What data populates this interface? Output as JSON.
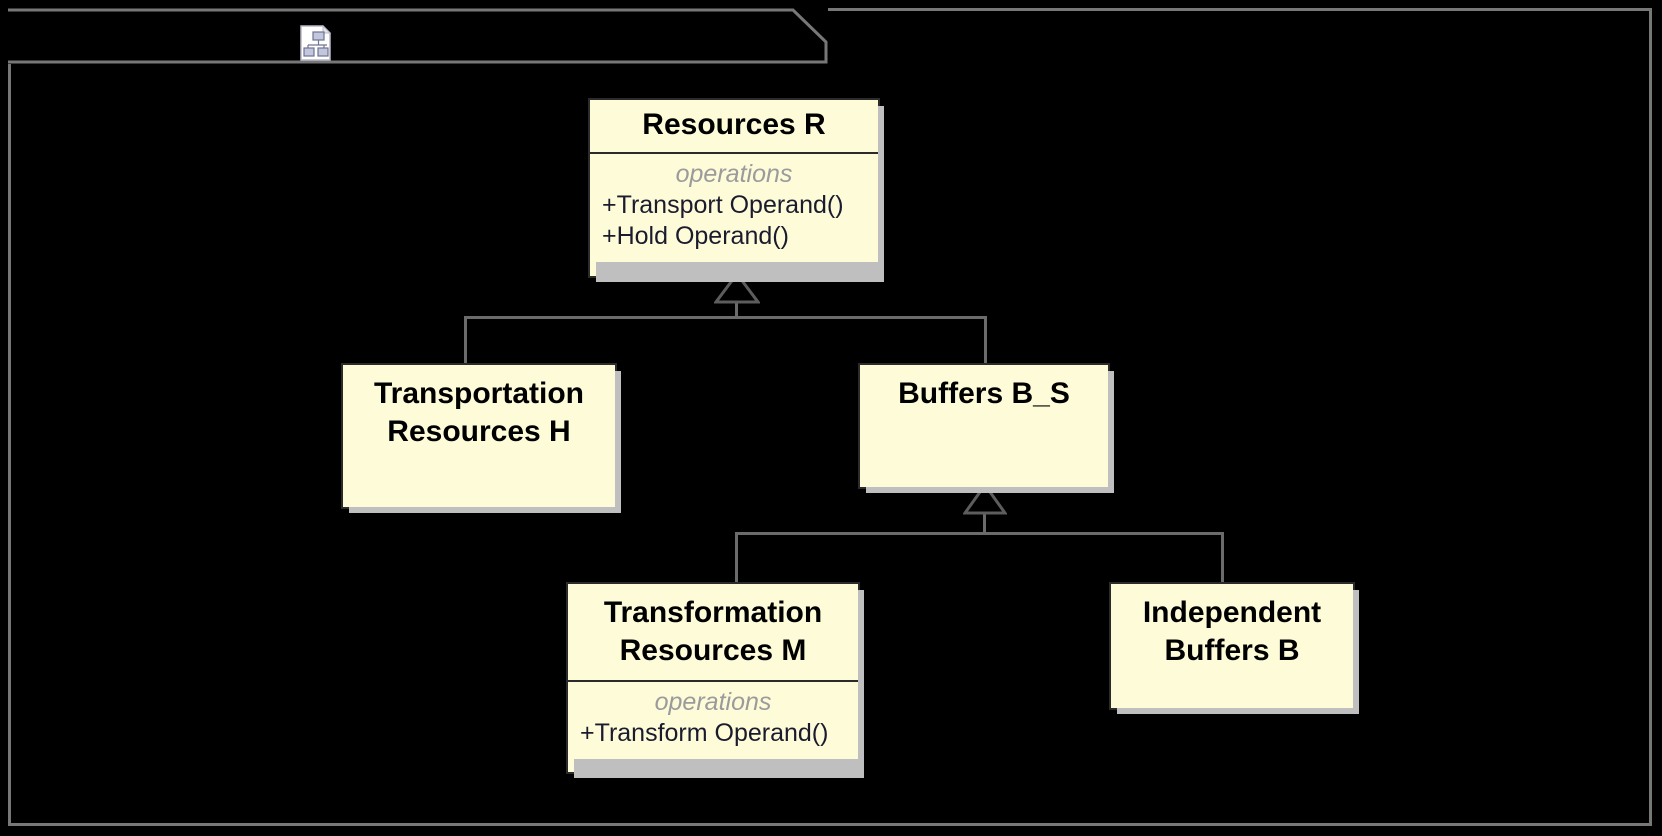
{
  "diagram": {
    "type": "uml-class-diagram",
    "frame": {
      "icon": "class-diagram-icon",
      "label": ""
    },
    "colors": {
      "background": "#000000",
      "class_fill": "#FDFBD8",
      "class_border": "#2b2b2b",
      "shadow": "#BFBFBF",
      "connector": "#6b6b6b",
      "operations_header": "#9b9b9b",
      "operation_text": "#1b1b2e",
      "frame_border": "#777777"
    },
    "classes": [
      {
        "id": "resources-r",
        "name": "Resources R",
        "operations_label": "operations",
        "operations": [
          "+Transport Operand()",
          "+Hold Operand()"
        ]
      },
      {
        "id": "transportation-resources-h",
        "name_line1": "Transportation",
        "name_line2": "Resources H",
        "operations_label": "",
        "operations": []
      },
      {
        "id": "buffers-b-s",
        "name": "Buffers B_S",
        "operations_label": "",
        "operations": []
      },
      {
        "id": "transformation-resources-m",
        "name_line1": "Transformation",
        "name_line2": "Resources M",
        "operations_label": "operations",
        "operations": [
          "+Transform Operand()"
        ]
      },
      {
        "id": "independent-buffers-b",
        "name_line1": "Independent",
        "name_line2": "Buffers B",
        "operations_label": "",
        "operations": []
      }
    ],
    "generalizations": [
      {
        "parent": "resources-r",
        "children": [
          "transportation-resources-h",
          "buffers-b-s"
        ]
      },
      {
        "parent": "buffers-b-s",
        "children": [
          "transformation-resources-m",
          "independent-buffers-b"
        ]
      }
    ]
  }
}
